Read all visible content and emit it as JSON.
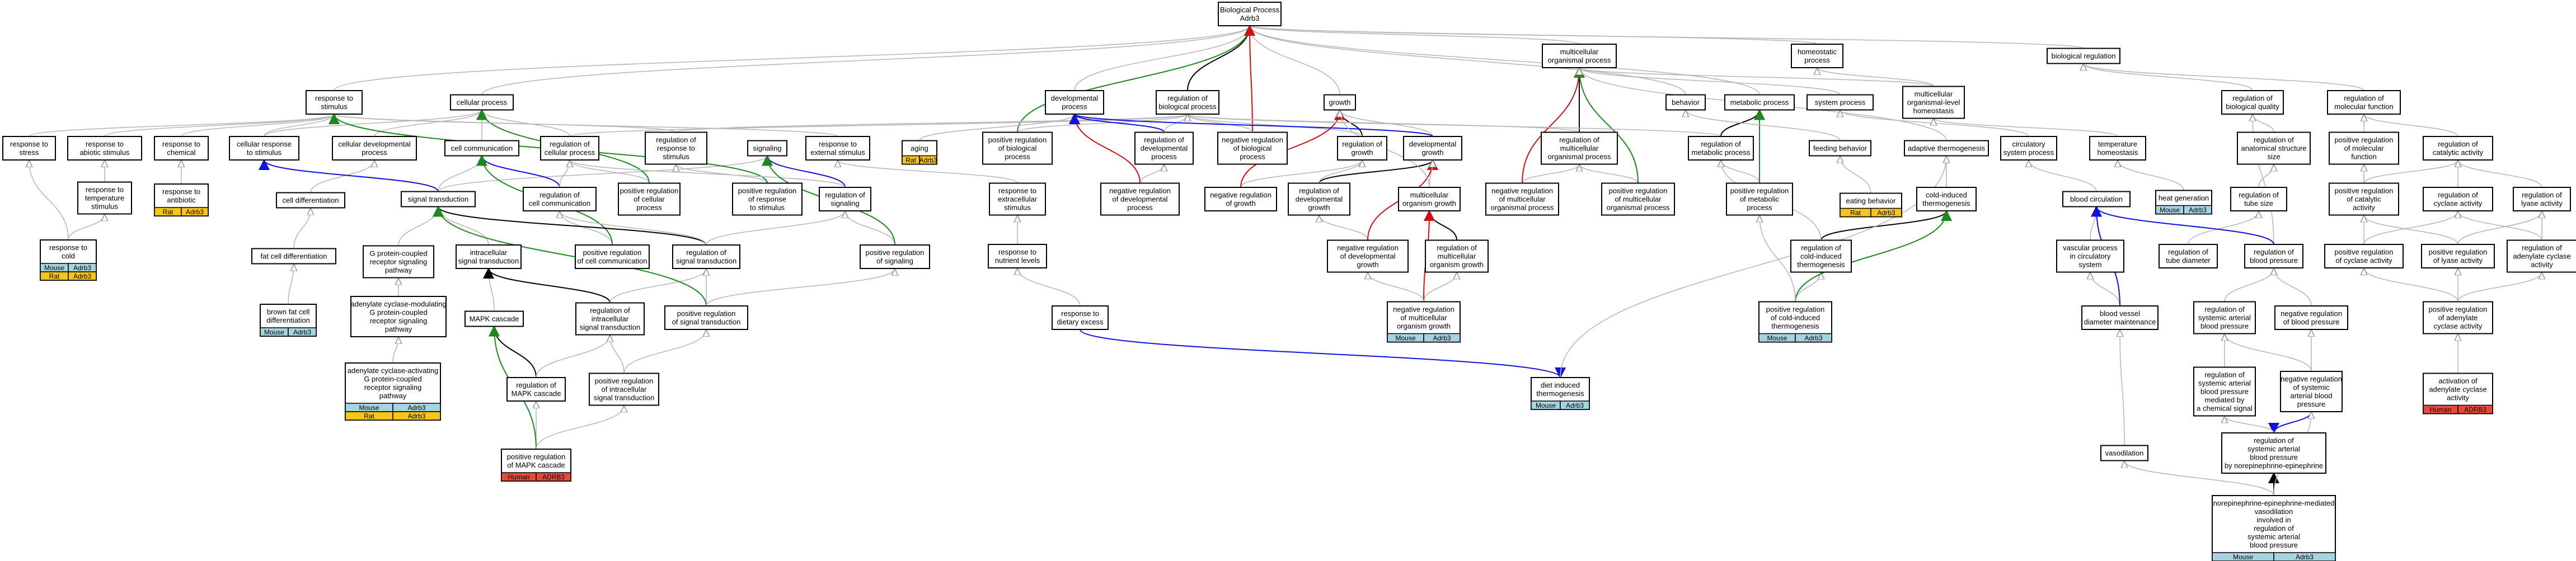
{
  "colors": {
    "is_a": "#c0c0c0",
    "part_of": "#000000",
    "positively_regulates": "#1a8a1a",
    "negatively_regulates": "#d01010",
    "regulates": "#1010e0",
    "annotation_mouse": "#a6d3e0",
    "annotation_rat": "#f5c518",
    "annotation_human": "#e84a3a"
  },
  "nodes": {
    "bp": {
      "lines": [
        "Biological Process",
        "Adrb3"
      ]
    },
    "cp": {
      "lines": [
        "cellular process"
      ]
    },
    "rts": {
      "lines": [
        "response to",
        "stimulus"
      ]
    },
    "ros": {
      "lines": [
        "response to",
        "stress"
      ]
    },
    "roas": {
      "lines": [
        "response to",
        "abiotic stimulus"
      ]
    },
    "roc": {
      "lines": [
        "response to",
        "chemical"
      ]
    },
    "rtemp": {
      "lines": [
        "response to",
        "temperature",
        "stimulus"
      ]
    },
    "rantib": {
      "lines": [
        "response to",
        "antibiotic"
      ],
      "ann": [
        [
          "Rat",
          "Adrb3",
          "rat"
        ]
      ]
    },
    "rcold": {
      "lines": [
        "response to",
        "cold"
      ],
      "ann": [
        [
          "Mouse",
          "Adrb3",
          "mouse"
        ],
        [
          "Rat",
          "Adrb3",
          "rat"
        ]
      ]
    },
    "crs": {
      "lines": [
        "cellular response",
        "to stimulus"
      ]
    },
    "cdp": {
      "lines": [
        "cellular developmental",
        "process"
      ]
    },
    "celldiff": {
      "lines": [
        "cell differentiation"
      ]
    },
    "fatdiff": {
      "lines": [
        "fat cell differentiation"
      ]
    },
    "bfatdiff": {
      "lines": [
        "brown fat cell",
        "differentiation"
      ],
      "ann": [
        [
          "Mouse",
          "Adrb3",
          "mouse"
        ]
      ]
    },
    "cellcomm": {
      "lines": [
        "cell communication"
      ]
    },
    "rcp": {
      "lines": [
        "regulation of",
        "cellular process"
      ]
    },
    "st": {
      "lines": [
        "signal transduction"
      ]
    },
    "gpcr": {
      "lines": [
        "G protein-coupled",
        "receptor signaling",
        "pathway"
      ]
    },
    "acmod": {
      "lines": [
        "adenylate cyclase-modulating",
        "G protein-coupled",
        "receptor signaling",
        "pathway"
      ]
    },
    "acact": {
      "lines": [
        "adenylate cyclase-activating",
        "G protein-coupled",
        "receptor signaling",
        "pathway"
      ],
      "ann": [
        [
          "Mouse",
          "Adrb3",
          "mouse"
        ],
        [
          "Rat",
          "Adrb3",
          "rat"
        ]
      ]
    },
    "ist": {
      "lines": [
        "intracellular",
        "signal transduction"
      ]
    },
    "mapk": {
      "lines": [
        "MAPK cascade"
      ]
    },
    "rist": {
      "lines": [
        "regulation of",
        "intracellular",
        "signal transduction"
      ]
    },
    "rmapk": {
      "lines": [
        "regulation of",
        "MAPK cascade"
      ]
    },
    "prist": {
      "lines": [
        "positive regulation",
        "of intracellular",
        "signal transduction"
      ]
    },
    "prmapk": {
      "lines": [
        "positive regulation",
        "of MAPK cascade"
      ],
      "ann": [
        [
          "Human",
          "ADRB3",
          "human"
        ]
      ]
    },
    "rcc": {
      "lines": [
        "regulation of",
        "cell communication"
      ]
    },
    "prcp": {
      "lines": [
        "positive regulation",
        "of cellular",
        "process"
      ]
    },
    "rrs": {
      "lines": [
        "regulation of",
        "response to",
        "stimulus"
      ]
    },
    "signaling": {
      "lines": [
        "signaling"
      ]
    },
    "rtes": {
      "lines": [
        "response to",
        "external stimulus"
      ]
    },
    "prrs": {
      "lines": [
        "positive regulation",
        "of response",
        "to stimulus"
      ]
    },
    "rsig": {
      "lines": [
        "regulation of",
        "signaling"
      ]
    },
    "prcc": {
      "lines": [
        "positive regulation",
        "of cell communication"
      ]
    },
    "rst": {
      "lines": [
        "regulation of",
        "signal transduction"
      ]
    },
    "prst": {
      "lines": [
        "positive regulation",
        "of signal transduction"
      ]
    },
    "prsig": {
      "lines": [
        "positive regulation",
        "of signaling"
      ]
    },
    "aging": {
      "lines": [
        "aging"
      ],
      "ann": [
        [
          "Rat",
          "Adrb3",
          "rat"
        ]
      ]
    },
    "dp": {
      "lines": [
        "developmental",
        "process"
      ]
    },
    "rbp": {
      "lines": [
        "regulation of",
        "biological process"
      ]
    },
    "prbp": {
      "lines": [
        "positive regulation",
        "of biological",
        "process"
      ]
    },
    "rdp": {
      "lines": [
        "regulation of",
        "developmental",
        "process"
      ]
    },
    "nrbp": {
      "lines": [
        "negative regulation",
        "of biological",
        "process"
      ]
    },
    "nrdp": {
      "lines": [
        "negative regulation",
        "of developmental",
        "process"
      ]
    },
    "rtoes": {
      "lines": [
        "response to",
        "extracellular",
        "stimulus"
      ]
    },
    "rtnl": {
      "lines": [
        "response to",
        "nutrient levels"
      ]
    },
    "rde": {
      "lines": [
        "response to",
        "dietary excess"
      ]
    },
    "growth": {
      "lines": [
        "growth"
      ]
    },
    "rgrowth": {
      "lines": [
        "regulation of",
        "growth"
      ]
    },
    "nrgrowth": {
      "lines": [
        "negative regulation",
        "of growth"
      ]
    },
    "devgrowth": {
      "lines": [
        "developmental",
        "growth"
      ]
    },
    "rdevgrowth": {
      "lines": [
        "regulation of",
        "developmental",
        "growth"
      ]
    },
    "nrdevgrowth": {
      "lines": [
        "negative regulation",
        "of developmental",
        "growth"
      ]
    },
    "mog": {
      "lines": [
        "multicellular",
        "organism growth"
      ]
    },
    "rmog": {
      "lines": [
        "regulation of",
        "multicellular",
        "organism growth"
      ]
    },
    "nrmog": {
      "lines": [
        "negative regulation",
        "of multicellular",
        "organism growth"
      ],
      "ann": [
        [
          "Mouse",
          "Adrb3",
          "mouse"
        ]
      ]
    },
    "mop": {
      "lines": [
        "multicellular",
        "organismal process"
      ]
    },
    "rmop": {
      "lines": [
        "regulation of",
        "multicellular",
        "organismal process"
      ]
    },
    "nrmop": {
      "lines": [
        "negative regulation",
        "of multicellular",
        "organismal process"
      ]
    },
    "prmop": {
      "lines": [
        "positive regulation",
        "of multicellular",
        "organismal process"
      ]
    },
    "behavior": {
      "lines": [
        "behavior"
      ]
    },
    "metab": {
      "lines": [
        "metabolic process"
      ]
    },
    "rmetab": {
      "lines": [
        "regulation of",
        "metabolic process"
      ]
    },
    "prmetab": {
      "lines": [
        "positive regulation",
        "of metabolic",
        "process"
      ]
    },
    "feeding": {
      "lines": [
        "feeding behavior"
      ]
    },
    "eating": {
      "lines": [
        "eating behavior"
      ],
      "ann": [
        [
          "Rat",
          "Adrb3",
          "rat"
        ]
      ]
    },
    "homeo": {
      "lines": [
        "homeostatic",
        "process"
      ]
    },
    "sysproc": {
      "lines": [
        "system process"
      ]
    },
    "mohomeo": {
      "lines": [
        "multicellular",
        "organismal-level",
        "homeostasis"
      ]
    },
    "adaptthermo": {
      "lines": [
        "adaptive thermogenesis"
      ]
    },
    "coldthermo": {
      "lines": [
        "cold-induced",
        "thermogenesis"
      ]
    },
    "rcoldthermo": {
      "lines": [
        "regulation of",
        "cold-induced",
        "thermogenesis"
      ]
    },
    "prcoldthermo": {
      "lines": [
        "positive regulation",
        "of cold-induced",
        "thermogenesis"
      ],
      "ann": [
        [
          "Mouse",
          "Adrb3",
          "mouse"
        ]
      ]
    },
    "dietthermo": {
      "lines": [
        "diet induced",
        "thermogenesis"
      ],
      "ann": [
        [
          "Mouse",
          "Adrb3",
          "mouse"
        ]
      ]
    },
    "bioreg": {
      "lines": [
        "biological regulation"
      ]
    },
    "circ": {
      "lines": [
        "circulatory",
        "system process"
      ]
    },
    "temphomeo": {
      "lines": [
        "temperature",
        "homeostasis"
      ]
    },
    "bloodcirc": {
      "lines": [
        "blood circulation"
      ]
    },
    "vascular": {
      "lines": [
        "vascular process",
        "in circulatory",
        "system"
      ]
    },
    "bvdm": {
      "lines": [
        "blood vessel",
        "diameter maintenance"
      ]
    },
    "vasodil": {
      "lines": [
        "vasodilation"
      ]
    },
    "rbq": {
      "lines": [
        "regulation of",
        "biological quality"
      ]
    },
    "ras": {
      "lines": [
        "regulation of",
        "anatomical structure",
        "size"
      ]
    },
    "heatgen": {
      "lines": [
        "heat generation"
      ],
      "ann": [
        [
          "Mouse",
          "Adrb3",
          "mouse"
        ]
      ]
    },
    "rtube": {
      "lines": [
        "regulation of",
        "tube size"
      ]
    },
    "rtubed": {
      "lines": [
        "regulation of",
        "tube diameter"
      ]
    },
    "rbpress": {
      "lines": [
        "regulation of",
        "blood pressure"
      ]
    },
    "rsabp": {
      "lines": [
        "regulation of",
        "systemic arterial",
        "blood pressure"
      ]
    },
    "nrbpress": {
      "lines": [
        "negative regulation",
        "of blood pressure"
      ]
    },
    "rsabpchem": {
      "lines": [
        "regulation of",
        "systemic arterial",
        "blood pressure",
        "mediated by",
        "a chemical signal"
      ]
    },
    "nrsabp": {
      "lines": [
        "negative regulation",
        "of systemic",
        "arterial blood",
        "pressure"
      ]
    },
    "rsabpne": {
      "lines": [
        "regulation of",
        "systemic arterial",
        "blood pressure",
        "by norepinephrine-epinephrine"
      ]
    },
    "nevaso": {
      "lines": [
        "norepinephrine-epinephrine-mediated",
        "vasodilation",
        "involved in",
        "regulation of",
        "systemic arterial",
        "blood pressure"
      ],
      "ann": [
        [
          "Mouse",
          "Adrb3",
          "mouse"
        ]
      ]
    },
    "rmf": {
      "lines": [
        "regulation of",
        "molecular function"
      ]
    },
    "prmf": {
      "lines": [
        "positive regulation",
        "of molecular",
        "function"
      ]
    },
    "rca": {
      "lines": [
        "regulation of",
        "catalytic activity"
      ]
    },
    "prca": {
      "lines": [
        "positive regulation",
        "of catalytic",
        "activity"
      ]
    },
    "rcyc": {
      "lines": [
        "regulation of",
        "cyclase activity"
      ]
    },
    "rlyase": {
      "lines": [
        "regulation of",
        "lyase activity"
      ]
    },
    "prcyc": {
      "lines": [
        "positive regulation",
        "of cyclase activity"
      ]
    },
    "prlyase": {
      "lines": [
        "positive regulation",
        "of lyase activity"
      ]
    },
    "racyc": {
      "lines": [
        "regulation of",
        "adenylate cyclase",
        "activity"
      ]
    },
    "pracyc": {
      "lines": [
        "positive regulation",
        "of adenylate",
        "cyclase activity"
      ]
    },
    "actacyc": {
      "lines": [
        "activation of",
        "adenylate cyclase",
        "activity"
      ],
      "ann": [
        [
          "Human",
          "ADRB3",
          "human"
        ]
      ]
    }
  }
}
